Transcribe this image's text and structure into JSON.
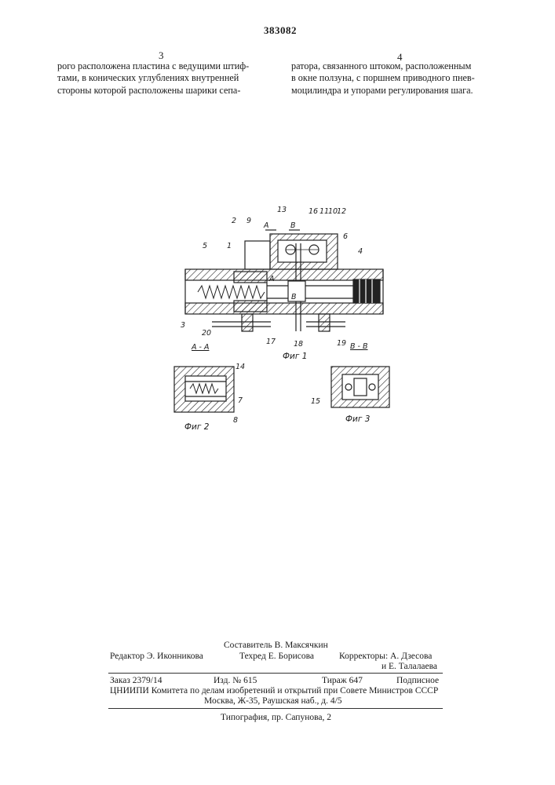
{
  "header": {
    "patent_number": "383082",
    "left_column_number": "3",
    "right_column_number": "4"
  },
  "body_text": {
    "left_lines": [
      "рого расположена пластина с ведущими штиф-",
      "тами, в конических углублениях внутренней",
      "стороны которой расположены шарики сепа-"
    ],
    "right_lines": [
      "ратора, связанного штоком, расположенным",
      "в окне ползуна, с поршнем приводного пнев-",
      "моцилиндра и упорами регулирования шага."
    ]
  },
  "figures": {
    "fig1": {
      "caption": "Фиг 1",
      "section_marks": [
        "А",
        "В",
        "А",
        "В"
      ],
      "labels": [
        "13",
        "16",
        "11",
        "10",
        "12",
        "2",
        "9",
        "6",
        "5",
        "1",
        "4",
        "3",
        "20",
        "17",
        "18",
        "19"
      ]
    },
    "fig2": {
      "section_title": "А - А",
      "caption": "Фиг 2",
      "labels": [
        "14",
        "7",
        "8"
      ]
    },
    "fig3": {
      "section_title": "В - В",
      "caption": "Фиг 3",
      "labels": [
        "15"
      ]
    }
  },
  "imprint": {
    "compiler": "Составитель В. Максячкин",
    "editor": "Редактор Э. Иконникова",
    "techred": "Техред Е. Борисова",
    "correctors_1": "Корректоры: А. Дзесова",
    "correctors_2": "и Е. Талалаева",
    "order": "Заказ 2379/14",
    "issue": "Изд. № 615",
    "print_run": "Тираж 647",
    "subscription": "Подписное",
    "org": "ЦНИИПИ Комитета по делам изобретений и открытий при Совете Министров СССР",
    "address": "Москва, Ж-35, Раушская наб., д. 4/5",
    "typography": "Типография, пр. Сапунова, 2"
  }
}
